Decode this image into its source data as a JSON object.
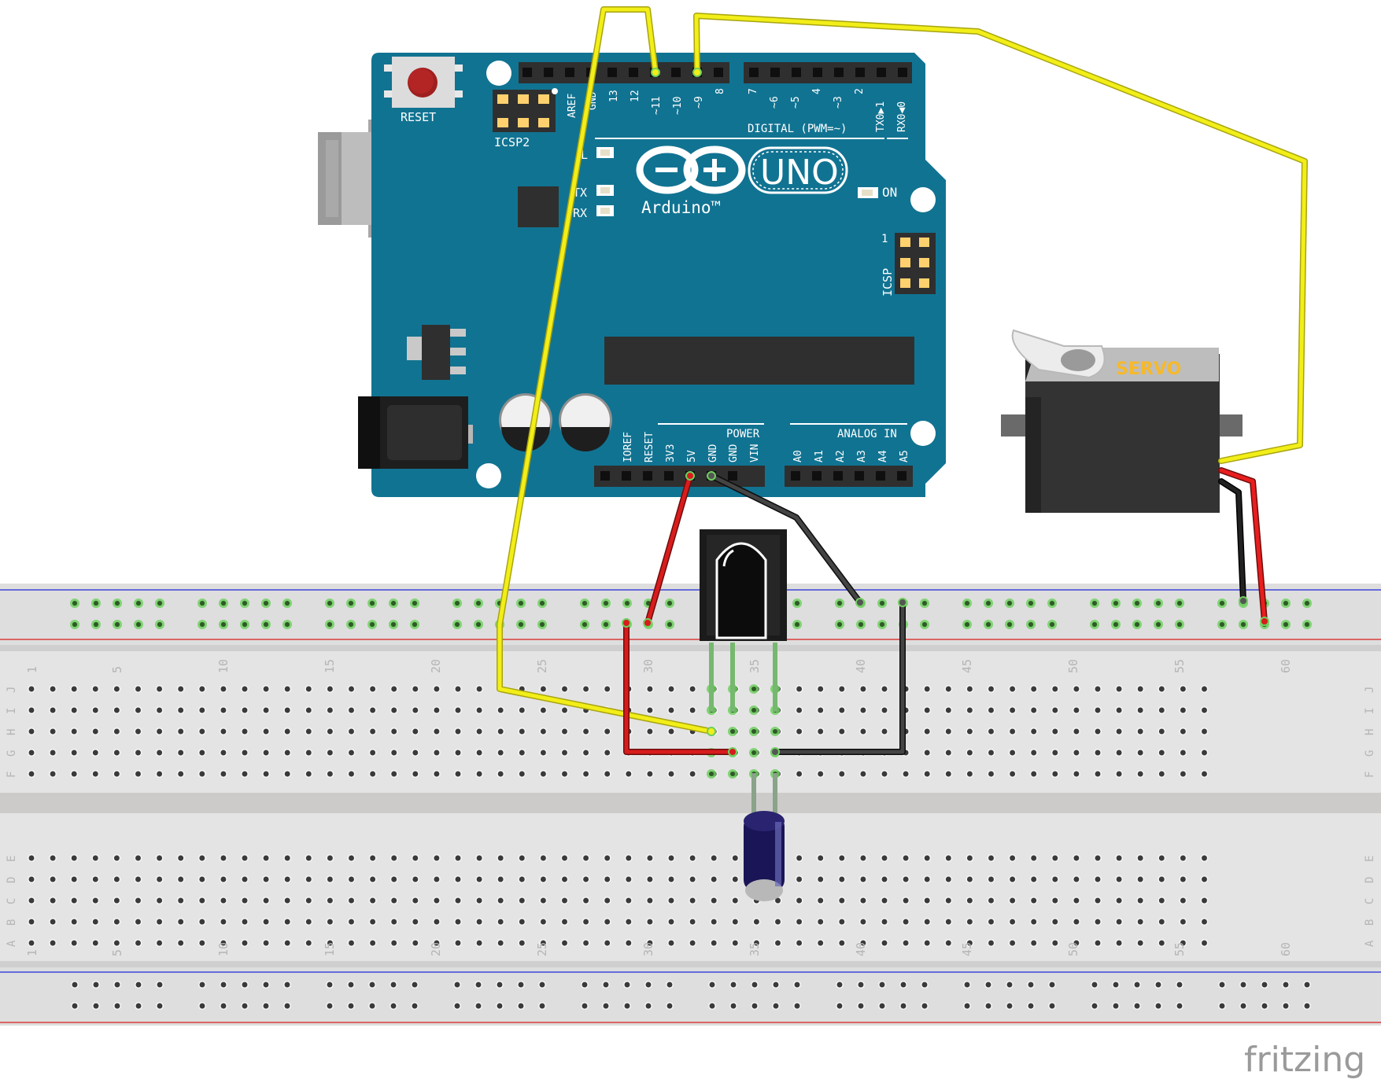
{
  "arduino": {
    "reset": "RESET",
    "icsp2": "ICSP2",
    "icsp": "ICSP",
    "icsp_pin1": "1",
    "aref": "AREF",
    "gnd_top": "GND",
    "digital_pins": [
      "13",
      "12",
      "~11",
      "~10",
      "~9",
      "8",
      "7",
      "~6",
      "~5",
      "4",
      "~3",
      "2",
      "TX0▶1",
      "RX0◀0"
    ],
    "digital_label": "DIGITAL (PWM=~)",
    "l_led": "L",
    "tx": "TX",
    "rx": "RX",
    "uno": "UNO",
    "brand": "Arduino™",
    "on": "ON",
    "power_label": "POWER",
    "analog_label": "ANALOG IN",
    "power_pins": [
      "IOREF",
      "RESET",
      "3V3",
      "5V",
      "GND",
      "GND",
      "VIN"
    ],
    "analog_pins": [
      "A0",
      "A1",
      "A2",
      "A3",
      "A4",
      "A5"
    ]
  },
  "servo": {
    "label": "SERVO"
  },
  "breadboard": {
    "column_numbers": [
      "1",
      "5",
      "10",
      "15",
      "20",
      "25",
      "30",
      "35",
      "40",
      "45",
      "50",
      "55",
      "60"
    ],
    "rows_top": [
      "J",
      "I",
      "H",
      "G",
      "F"
    ],
    "rows_bottom": [
      "E",
      "D",
      "C",
      "B",
      "A"
    ]
  },
  "colors": {
    "board": "#117392",
    "wire_signal": "#f2ee18",
    "wire_power": "#d81c1c",
    "wire_ground": "#333333",
    "servo_label": "#f5b92c",
    "breadboard": "#dcdcdc"
  },
  "watermark": "fritzing"
}
